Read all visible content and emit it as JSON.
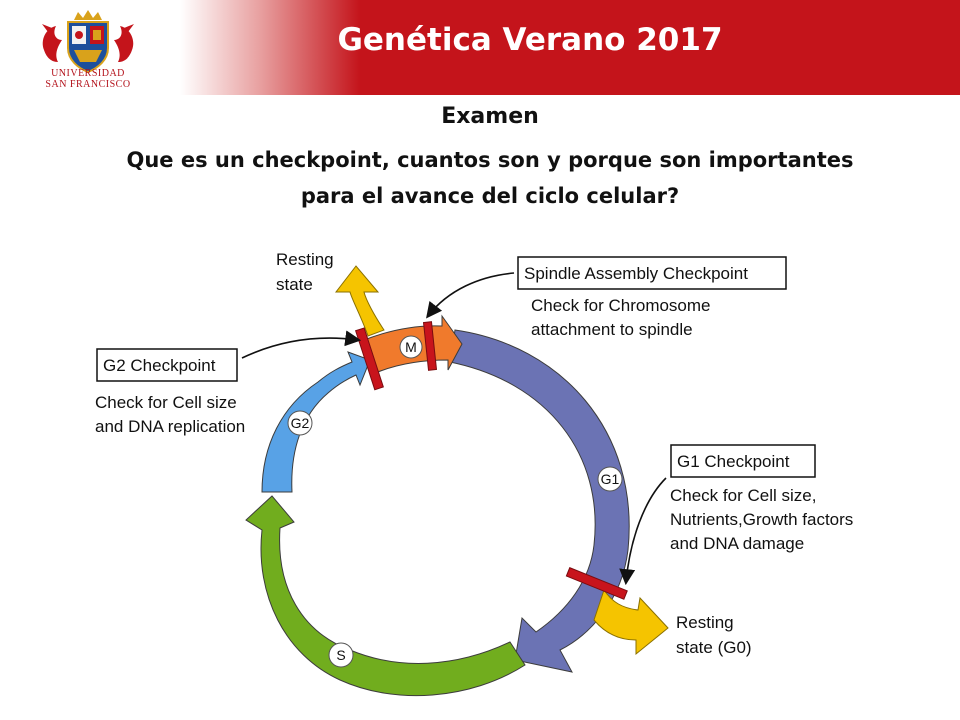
{
  "header": {
    "title": "Genética Verano 2017",
    "logo_line1": "UNIVERSIDAD",
    "logo_line2": "SAN FRANCISCO"
  },
  "exam": {
    "label": "Examen",
    "question_line1": "Que es un checkpoint, cuantos son y porque son importantes",
    "question_line2": "para el avance del ciclo celular?"
  },
  "diagram": {
    "phases": {
      "m": "M",
      "g1": "G1",
      "s": "S",
      "g2": "G2"
    },
    "spindle": {
      "title": "Spindle Assembly Checkpoint",
      "desc_line1": "Check for Chromosome",
      "desc_line2": "attachment to spindle"
    },
    "g2_checkpoint": {
      "title": "G2 Checkpoint",
      "desc_line1": "Check for Cell size",
      "desc_line2": "and DNA replication"
    },
    "g1_checkpoint": {
      "title": "G1 Checkpoint",
      "desc_line1": "Check for Cell size,",
      "desc_line2": "Nutrients,Growth factors",
      "desc_line3": "and DNA damage"
    },
    "resting_top": {
      "line1": "Resting",
      "line2": "state"
    },
    "resting_g0": {
      "line1": "Resting",
      "line2": "state (G0)"
    },
    "colors": {
      "m": "#f07a2c",
      "g1": "#6b73b4",
      "s": "#71ad1e",
      "g2": "#58a2e6",
      "resting": "#f5c400",
      "checkpoint_bar": "#c8141c",
      "header": "#c4141b"
    }
  }
}
